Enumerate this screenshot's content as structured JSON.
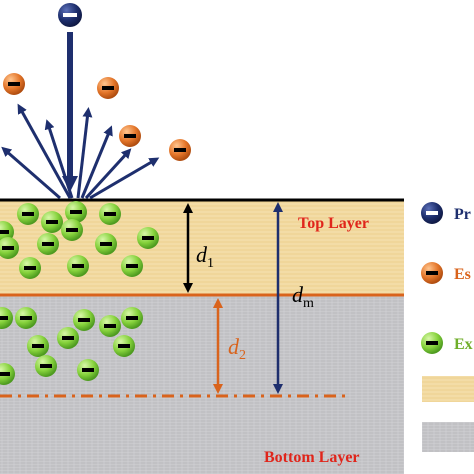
{
  "layers": {
    "top": "Top Layer",
    "bottom": "Bottom Layer"
  },
  "dimensions": {
    "d1": {
      "symbol": "d",
      "subscript": "1"
    },
    "d2": {
      "symbol": "d",
      "subscript": "2"
    },
    "dm": {
      "symbol": "d",
      "subscript": "m"
    }
  },
  "legend": {
    "primary": "Pr",
    "escaped": "Es",
    "excited": "Ex"
  },
  "particle_glyph": "−",
  "colors": {
    "top_layer_fill": "#f3dca6",
    "bottom_layer_fill": "#c9c9cc",
    "interface_line": "#d9631c",
    "primary_electron": "#1e2f6e",
    "escaped_electron": "#d9631c",
    "excited_electron": "#7fcf3a",
    "top_label": "#e0251b",
    "d1_arrow": "#000000",
    "d2_arrow": "#d9631c",
    "dm_arrow": "#1e2f6e"
  },
  "icons": {
    "primary": "primary-electron-icon",
    "escaped": "escaped-electron-icon",
    "excited": "excited-electron-icon"
  }
}
